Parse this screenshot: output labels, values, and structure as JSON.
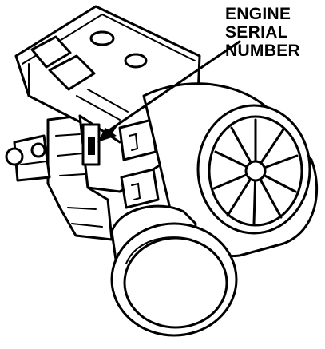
{
  "callout": {
    "lines": [
      "ENGINE",
      "SERIAL",
      "NUMBER"
    ]
  },
  "colors": {
    "ink": "#000000",
    "paper": "#ffffff"
  },
  "icons": {
    "arrow": "pointer-arrow-icon"
  }
}
